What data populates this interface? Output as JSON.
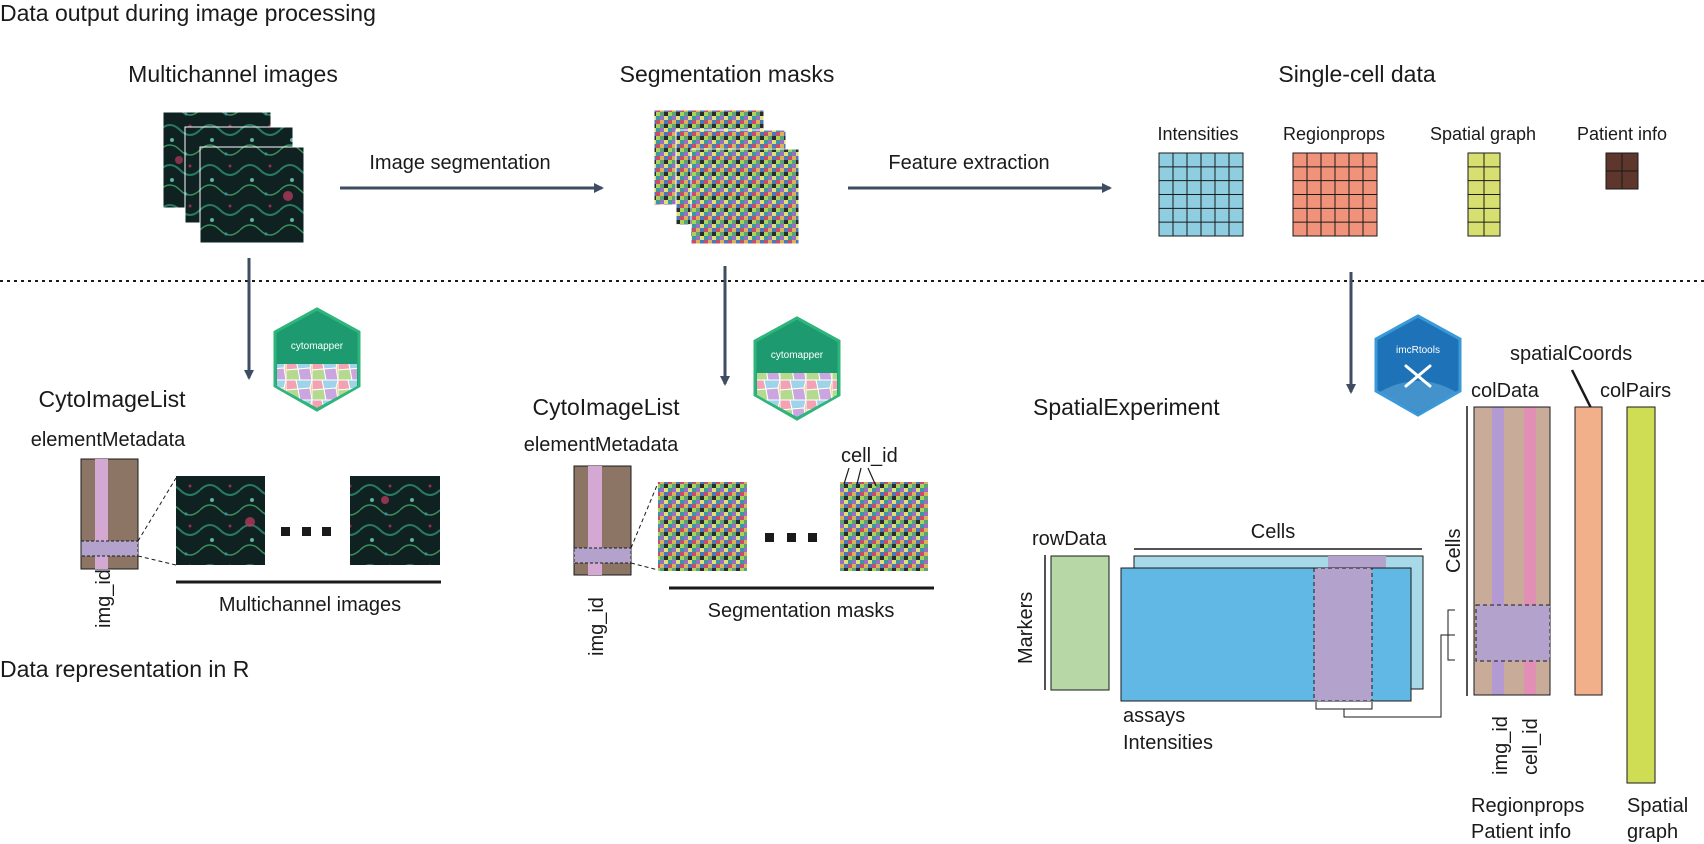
{
  "top_section_title": "Data output during image processing",
  "bottom_section_title": "Data representation in R",
  "pipeline": {
    "multichannel_images": "Multichannel images",
    "segmentation_masks": "Segmentation masks",
    "single_cell_data": "Single-cell data",
    "image_segmentation": "Image segmentation",
    "feature_extraction": "Feature extraction",
    "tables": [
      "Intensities",
      "Regionprops",
      "Spatial graph",
      "Patient info"
    ]
  },
  "logos": {
    "cytomapper": "cytomapper",
    "imcrtools": "imcRtools"
  },
  "cytoimagelist_images": {
    "title": "CytoImageList",
    "metadata": "elementMetadata",
    "id_label": "img_id",
    "caption": "Multichannel images"
  },
  "cytoimagelist_masks": {
    "title": "CytoImageList",
    "metadata": "elementMetadata",
    "id_label": "img_id",
    "cell_id": "cell_id",
    "caption": "Segmentation masks"
  },
  "spatial_experiment": {
    "title": "SpatialExperiment",
    "rowdata": "rowData",
    "markers": "Markers",
    "cells_top": "Cells",
    "cells_side": "Cells",
    "assays": "assays",
    "intensities": "Intensities",
    "coldata": "colData",
    "spatial_coords": "spatialCoords",
    "colpairs": "colPairs",
    "img_id": "img_id",
    "cell_id": "cell_id",
    "regionprops": "Regionprops",
    "patient_info": "Patient info",
    "spatial": "Spatial",
    "graph": "graph"
  },
  "colors": {
    "arrow": "#3f4d63",
    "intensities": "#8fcde0",
    "regionprops": "#f0937a",
    "spatial_graph": "#d7df70",
    "patient_info": "#5e362b",
    "metadata_brown": "#8c7565",
    "highlight_purple": "#b3a3cc",
    "assay_blue": "#62b8e4",
    "rowdata_green": "#b8d7a7",
    "coords_orange": "#f1b08a",
    "colpairs_lime": "#cfdd55",
    "cytomapper_green": "#1d9a6f",
    "imcrtools_blue": "#1d72b8"
  }
}
